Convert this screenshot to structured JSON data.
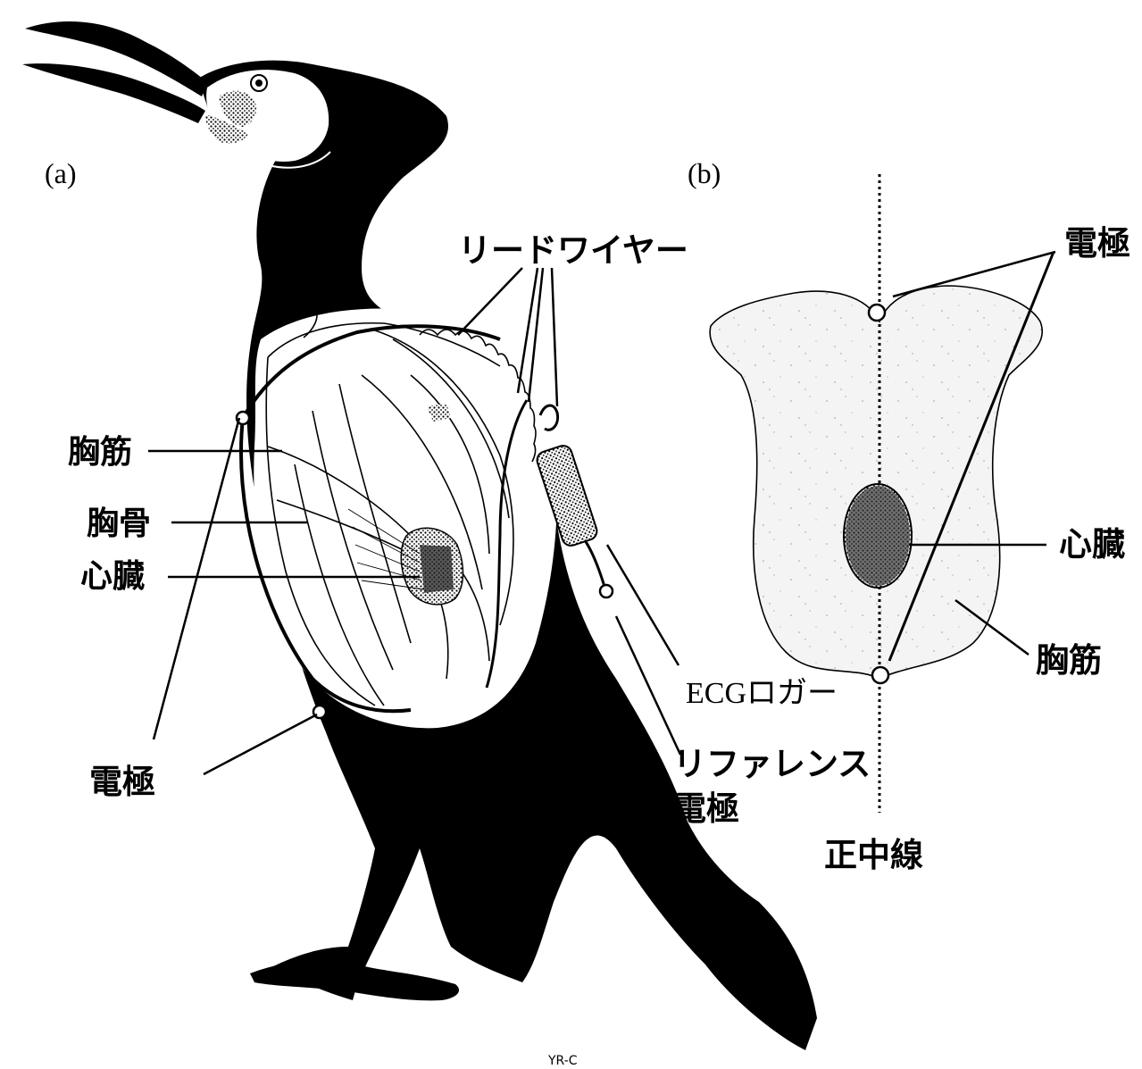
{
  "panels": {
    "a": "(a)",
    "b": "(b)"
  },
  "labels": {
    "lead_wire": "リードワイヤー",
    "pectoral_muscle_a": "胸筋",
    "sternum": "胸骨",
    "heart_a": "心臓",
    "electrode_a": "電極",
    "ecg_logger": "ECGロガー",
    "reference_electrode_line1": "リファレンス",
    "reference_electrode_line2": "電極",
    "electrode_b": "電極",
    "heart_b": "心臓",
    "pectoral_muscle_b": "胸筋",
    "midline": "正中線"
  },
  "credit": "YR-C",
  "colors": {
    "ink": "#000000",
    "paper": "#ffffff",
    "muscle_fill": "#f4f4f4",
    "logger_fill": "#9a9a9a",
    "heart_fill": "#333333"
  }
}
